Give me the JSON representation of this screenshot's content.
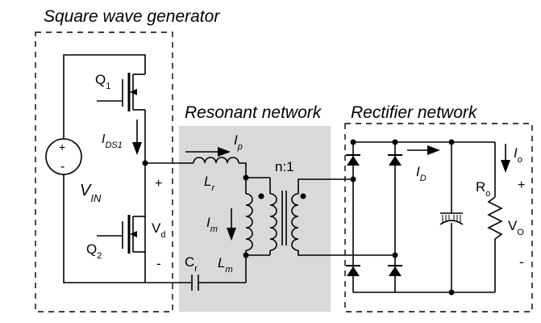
{
  "blocks": {
    "square_wave": "Square wave generator",
    "resonant": "Resonant network",
    "rectifier": "Rectifier network"
  },
  "labels": {
    "q1": "Q1",
    "q2": "Q2",
    "ids1": "IDS1",
    "vin": "VIN",
    "vd": "Vd",
    "vd_plus": "+",
    "vd_minus": "-",
    "ip": "Ip",
    "lr": "Lr",
    "lm": "Lm",
    "im": "Im",
    "cr": "Cr",
    "turns_ratio": "n:1",
    "id": "ID",
    "io": "Io",
    "ro": "Ro",
    "vo": "VO",
    "vo_plus": "+",
    "vo_minus": "-",
    "src_plus": "+",
    "src_minus": "-"
  },
  "colors": {
    "resonant_fill": "#d9d9d9",
    "line": "#000000"
  }
}
